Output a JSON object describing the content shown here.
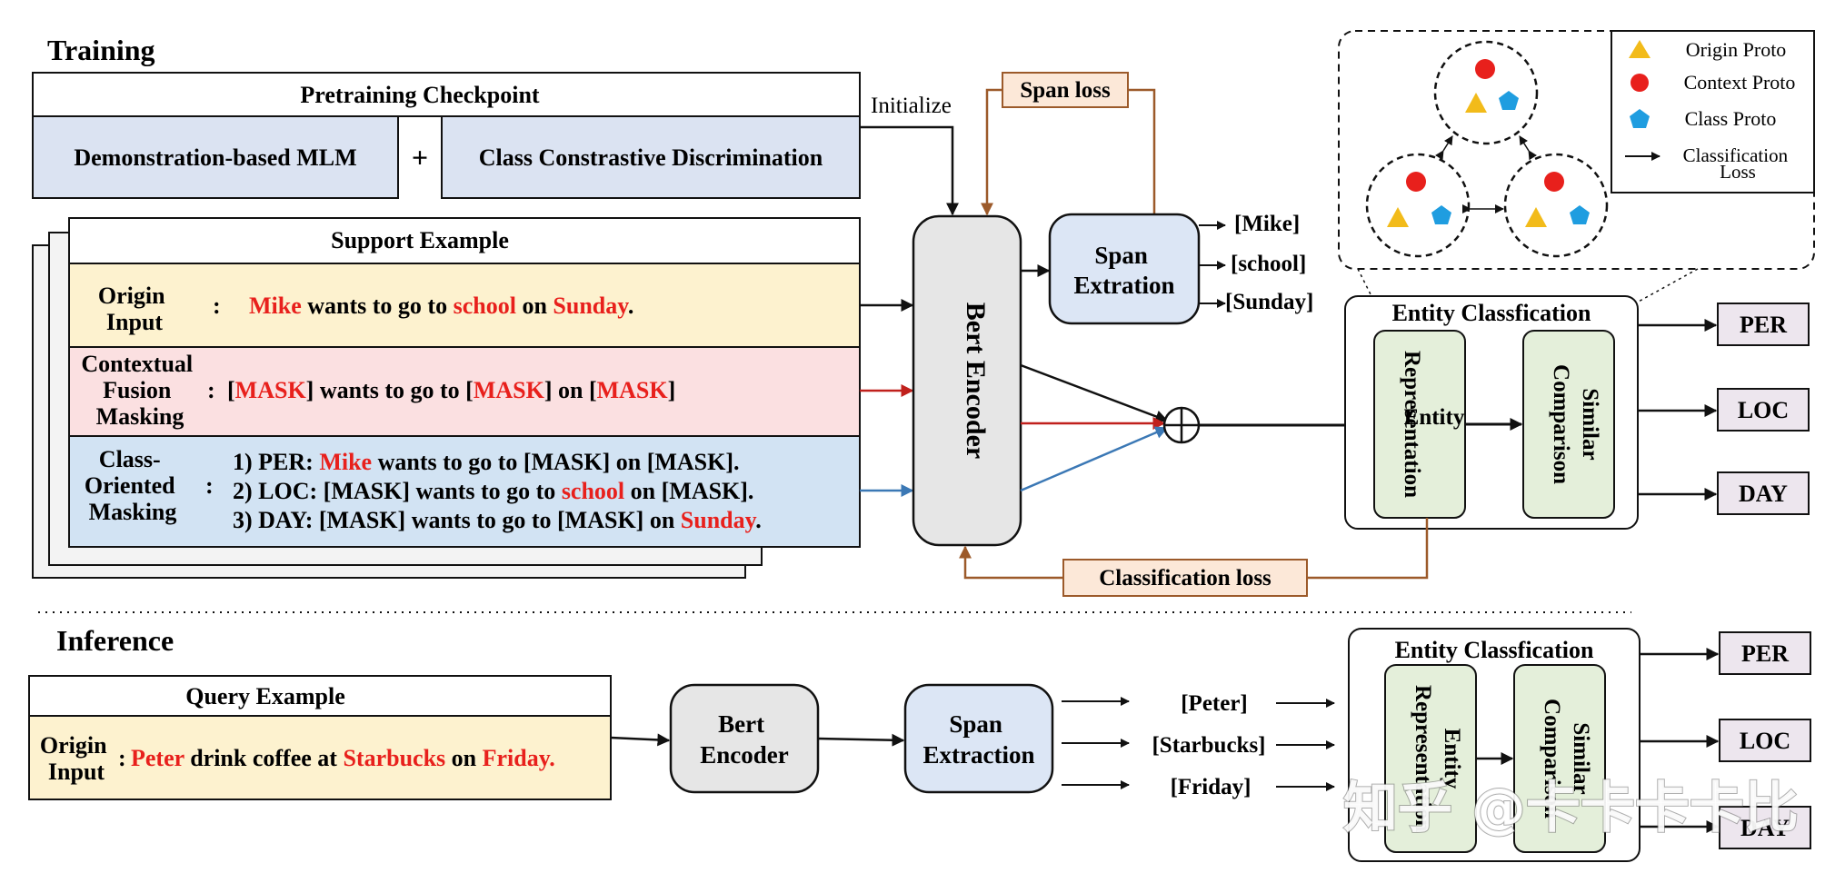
{
  "training": {
    "title": "Training",
    "pretraining": {
      "title": "Pretraining Checkpoint",
      "left": "Demonstration-based MLM",
      "plus": "+",
      "right": "Class Constrastive Discrimination"
    },
    "initialize": "Initialize",
    "span_loss": "Span loss",
    "classification_loss": "Classification loss",
    "support": {
      "title": "Support Example",
      "colon": ":",
      "origin_label": [
        "Origin",
        "Input"
      ],
      "origin_text": [
        {
          "t": "Mike",
          "hl": true
        },
        {
          "t": " wants to go to ",
          "hl": false
        },
        {
          "t": "school",
          "hl": true
        },
        {
          "t": " on ",
          "hl": false
        },
        {
          "t": "Sunday",
          "hl": true
        },
        {
          "t": ".",
          "hl": false
        }
      ],
      "cfm_label": [
        "Contextual",
        "Fusion",
        "Masking"
      ],
      "cfm_text": [
        {
          "t": "[",
          "hl": false
        },
        {
          "t": "MASK",
          "hl": true
        },
        {
          "t": "] wants to go to [",
          "hl": false
        },
        {
          "t": "MASK",
          "hl": true
        },
        {
          "t": "] on [",
          "hl": false
        },
        {
          "t": "MASK",
          "hl": true
        },
        {
          "t": "]",
          "hl": false
        }
      ],
      "com_label": [
        "Class-",
        "Oriented",
        "Masking"
      ],
      "com_lines": [
        [
          {
            "t": "1) PER: ",
            "hl": false
          },
          {
            "t": "Mike",
            "hl": true
          },
          {
            "t": " wants to go to [MASK] on [MASK].",
            "hl": false
          }
        ],
        [
          {
            "t": "2) LOC: [MASK] wants to go to ",
            "hl": false
          },
          {
            "t": "school",
            "hl": true
          },
          {
            "t": " on [MASK].",
            "hl": false
          }
        ],
        [
          {
            "t": "3) DAY: [MASK] wants to go to [MASK] on ",
            "hl": false
          },
          {
            "t": "Sunday",
            "hl": true
          },
          {
            "t": ".",
            "hl": false
          }
        ]
      ]
    },
    "bert_encoder": "Bert  Encoder",
    "span_extraction": [
      "Span",
      "Extration"
    ],
    "spans": [
      "[Mike]",
      "[school]",
      "[Sunday]"
    ],
    "legend": {
      "origin": "Origin Proto",
      "context": "Context Proto",
      "class": "Class Proto",
      "loss": [
        "Classification",
        "Loss"
      ]
    },
    "entity_classification": {
      "title": "Entity Classfication",
      "representation": [
        "Entity",
        "Representation"
      ],
      "comparison": [
        "Similar",
        "Comparison"
      ]
    },
    "outputs": [
      "PER",
      "LOC",
      "DAY"
    ]
  },
  "inference": {
    "title": "Inference",
    "query": {
      "title": "Query Example",
      "label": [
        "Origin",
        "Input"
      ],
      "colon": ":",
      "text": [
        {
          "t": "Peter",
          "hl": true
        },
        {
          "t": " drink coffee at ",
          "hl": false
        },
        {
          "t": "Starbucks",
          "hl": true
        },
        {
          "t": " on ",
          "hl": false
        },
        {
          "t": "Friday.",
          "hl": true
        }
      ]
    },
    "bert_encoder": [
      "Bert",
      "Encoder"
    ],
    "span_extraction": [
      "Span",
      "Extraction"
    ],
    "spans": [
      "[Peter]",
      "[Starbucks]",
      "[Friday]"
    ],
    "entity_classification": {
      "title": "Entity Classfication",
      "representation": [
        "Entity",
        "Representation"
      ],
      "comparison": [
        "Similar",
        "Comparison"
      ]
    },
    "outputs": [
      "PER",
      "LOC",
      "DAY"
    ]
  },
  "watermark": "知乎 @卡卡卡卡比",
  "colors": {
    "pretrain_fill": "#dbe3f2",
    "origin_fill": "#fdf2cf",
    "cfm_fill": "#fbe0e1",
    "com_fill": "#d2e3f3",
    "bert_fill": "#e6e6e6",
    "span_fill": "#dce6f5",
    "entity_fill": "#e4efda",
    "loss_fill": "#fce8d8",
    "loss_stroke": "#9c5a2a",
    "output_fill": "#ede6ee",
    "highlight": "#e8201c",
    "red_arrow": "#c0201c",
    "blue_arrow": "#3b78b5",
    "triangle": "#f2bb1a",
    "circle": "#e8201c",
    "pentagon": "#1f9de0"
  }
}
